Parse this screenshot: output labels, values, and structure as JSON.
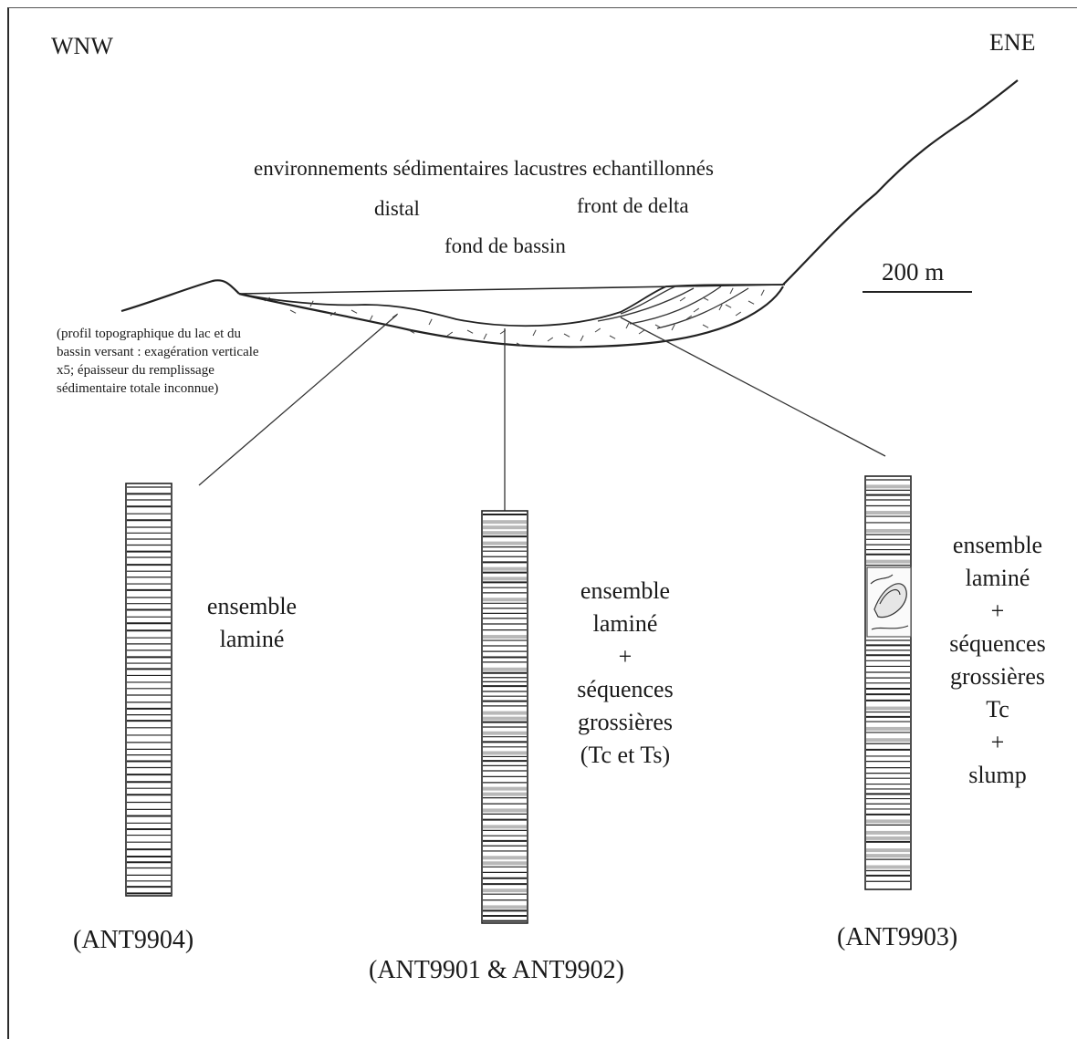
{
  "orientation": {
    "west": "WNW",
    "east": "ENE"
  },
  "environments": {
    "title": "environnements sédimentaires lacustres echantillonnés",
    "distal": "distal",
    "delta_front": "front de delta",
    "basin_floor": "fond de bassin"
  },
  "scale_bar": {
    "label": "200 m"
  },
  "profile_note": "(profil topographique du lac et du bassin versant : exagération verticale x5; épaisseur du remplissage sédimentaire totale inconnue)",
  "cores": [
    {
      "id": "ANT9904",
      "caption": "(ANT9904)",
      "lines": [
        "ensemble",
        "laminé"
      ]
    },
    {
      "id": "ANT9901-ANT9902",
      "caption": "(ANT9901 & ANT9902)",
      "lines": [
        "ensemble",
        "laminé",
        "+",
        "séquences",
        "grossières",
        "(Tc et Ts)"
      ]
    },
    {
      "id": "ANT9903",
      "caption": "(ANT9903)",
      "lines": [
        "ensemble",
        "laminé",
        "+",
        "séquences",
        "grossières",
        "Tc",
        "+",
        "slump"
      ]
    }
  ]
}
